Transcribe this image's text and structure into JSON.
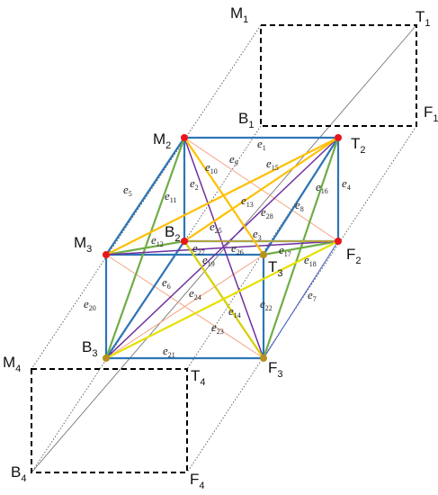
{
  "diagram": {
    "nodes": {
      "M1": {
        "letter": "M",
        "index": "1"
      },
      "T1": {
        "letter": "T",
        "index": "1"
      },
      "B1": {
        "letter": "B",
        "index": "1"
      },
      "F1": {
        "letter": "F",
        "index": "1"
      },
      "M2": {
        "letter": "M",
        "index": "2"
      },
      "T2": {
        "letter": "T",
        "index": "2"
      },
      "B2": {
        "letter": "B",
        "index": "2"
      },
      "F2": {
        "letter": "F",
        "index": "2"
      },
      "M3": {
        "letter": "M",
        "index": "3"
      },
      "T3": {
        "letter": "T",
        "index": "3"
      },
      "B3": {
        "letter": "B",
        "index": "3"
      },
      "F3": {
        "letter": "F",
        "index": "3"
      },
      "M4": {
        "letter": "M",
        "index": "4"
      },
      "T4": {
        "letter": "T",
        "index": "4"
      },
      "B4": {
        "letter": "B",
        "index": "4"
      },
      "F4": {
        "letter": "F",
        "index": "4"
      }
    },
    "edge_labels": {
      "e1": {
        "letter": "e",
        "index": "1"
      },
      "e2": {
        "letter": "e",
        "index": "2"
      },
      "e3": {
        "letter": "e",
        "index": "3"
      },
      "e4": {
        "letter": "e",
        "index": "4"
      },
      "e5": {
        "letter": "e",
        "index": "5"
      },
      "e6": {
        "letter": "e",
        "index": "6"
      },
      "e7": {
        "letter": "e",
        "index": "7"
      },
      "e8": {
        "letter": "e",
        "index": "8"
      },
      "e9": {
        "letter": "e",
        "index": "9"
      },
      "e10": {
        "letter": "e",
        "index": "10"
      },
      "e11": {
        "letter": "e",
        "index": "11"
      },
      "e12": {
        "letter": "e",
        "index": "12"
      },
      "e13": {
        "letter": "e",
        "index": "13"
      },
      "e14": {
        "letter": "e",
        "index": "14"
      },
      "e15": {
        "letter": "e",
        "index": "15"
      },
      "e16": {
        "letter": "e",
        "index": "16"
      },
      "e17": {
        "letter": "e",
        "index": "17"
      },
      "e18": {
        "letter": "e",
        "index": "18"
      },
      "e19": {
        "letter": "e",
        "index": "19"
      },
      "e20": {
        "letter": "e",
        "index": "20"
      },
      "e21": {
        "letter": "e",
        "index": "21"
      },
      "e22": {
        "letter": "e",
        "index": "22"
      },
      "e23": {
        "letter": "e",
        "index": "23"
      },
      "e24": {
        "letter": "e",
        "index": "24"
      },
      "e25": {
        "letter": "e",
        "index": "25"
      },
      "e26": {
        "letter": "e",
        "index": "26"
      },
      "e27": {
        "letter": "e",
        "index": "27"
      },
      "e28": {
        "letter": "e",
        "index": "28"
      }
    },
    "colors": {
      "blue": "#2e75b6",
      "green": "#70ad47",
      "purple": "#7030a0",
      "yellow": "#e6d200",
      "orange": "#ffc000",
      "salmon": "#f4a582",
      "node": "#e8161b",
      "dashed": "#000000",
      "dotted": "#555555"
    }
  }
}
